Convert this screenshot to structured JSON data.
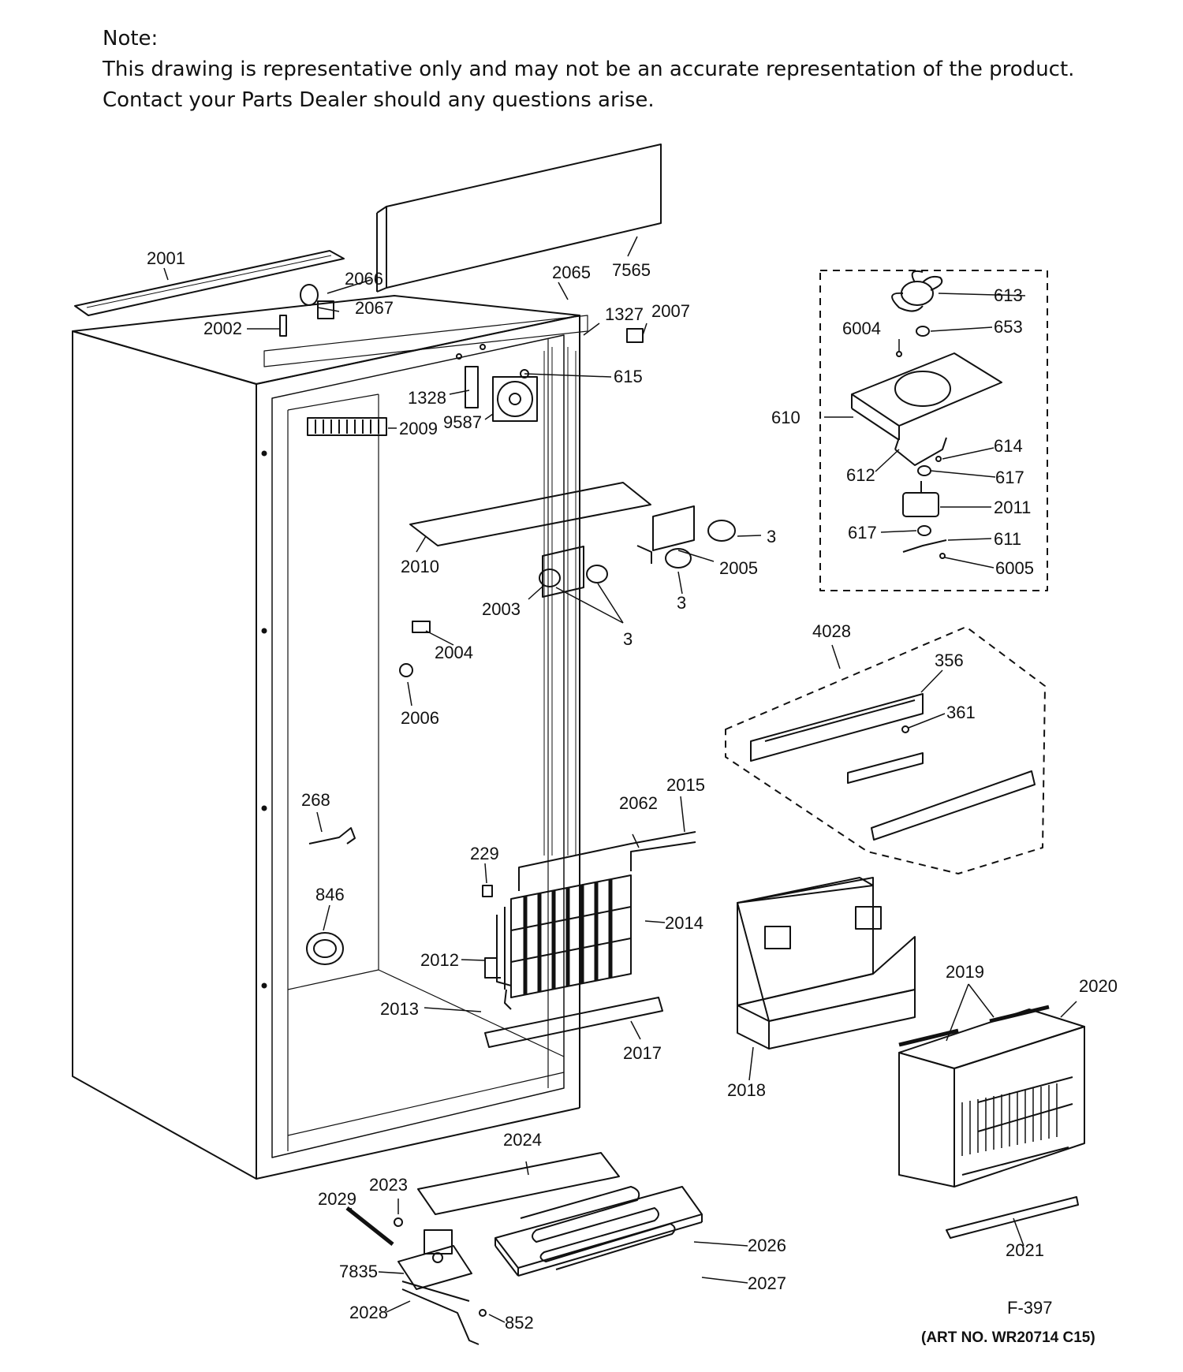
{
  "note": {
    "heading": "Note:",
    "line1": "This drawing is representative only and may not be an accurate representation of the product.",
    "line2": "Contact your Parts Dealer should any questions arise."
  },
  "figure_id": "F-397",
  "art_no": "(ART NO. WR20714 C15)",
  "callouts": {
    "c2001": "2001",
    "c2066": "2066",
    "c7565": "7565",
    "c2065": "2065",
    "c2067": "2067",
    "c2002": "2002",
    "c1327": "1327",
    "c2007": "2007",
    "c615": "615",
    "c1328": "1328",
    "c9587": "9587",
    "c2009": "2009",
    "c2010": "2010",
    "c3a": "3",
    "c2005": "2005",
    "c3b": "3",
    "c2003": "2003",
    "c3c": "3",
    "c2004": "2004",
    "c2006": "2006",
    "c268": "268",
    "c2062": "2062",
    "c2015": "2015",
    "c229": "229",
    "c846": "846",
    "c2014": "2014",
    "c2012": "2012",
    "c2013": "2013",
    "c2017": "2017",
    "c2018": "2018",
    "c2019": "2019",
    "c2020": "2020",
    "c2024": "2024",
    "c2023": "2023",
    "c2029": "2029",
    "c2026": "2026",
    "c7835": "7835",
    "c2027": "2027",
    "c2028": "2028",
    "c852": "852",
    "c2021": "2021",
    "c613": "613",
    "c6004": "6004",
    "c653": "653",
    "c610": "610",
    "c614": "614",
    "c612": "612",
    "c617a": "617",
    "c2011": "2011",
    "c617b": "617",
    "c611": "611",
    "c6005": "6005",
    "c4028": "4028",
    "c356": "356",
    "c361": "361"
  }
}
